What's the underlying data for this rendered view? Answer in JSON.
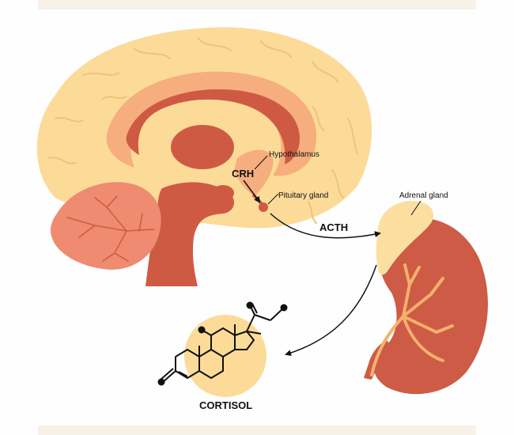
{
  "labels": {
    "hypothalamus": "Hypothalamus",
    "crh": "CRH",
    "pituitary": "Pituitary gland",
    "acth": "ACTH",
    "adrenal": "Adrenal gland",
    "cortisol": "CORTISOL"
  },
  "colors": {
    "brain_light": "#FCDB99",
    "brain_mid": "#F6AE7E",
    "brain_dark": "#CF5A44",
    "cerebellum": "#EE8B70",
    "kidney": "#CD5B45",
    "adrenal": "#FCDFA0",
    "vessel": "#F5B06D",
    "molecule_bg": "#FCDB99",
    "line": "#111111",
    "background": "#FEFEFE",
    "frame_band": "#F8F1E8"
  }
}
